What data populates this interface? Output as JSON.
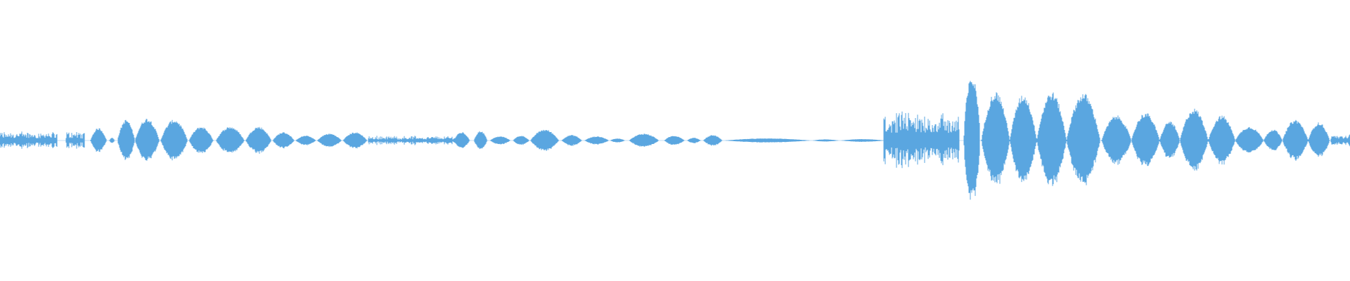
{
  "colors": {
    "background": "#ffffff",
    "waveform": "#5aa6e0"
  },
  "waveform": {
    "segments": [
      {
        "start": 0.0,
        "end": 0.042,
        "peak": 0.07,
        "shape": "noise"
      },
      {
        "start": 0.049,
        "end": 0.062,
        "peak": 0.07,
        "shape": "noise"
      },
      {
        "start": 0.067,
        "end": 0.079,
        "peak": 0.09,
        "shape": "burst"
      },
      {
        "start": 0.081,
        "end": 0.085,
        "peak": 0.02,
        "shape": "burst"
      },
      {
        "start": 0.087,
        "end": 0.1,
        "peak": 0.15,
        "shape": "burst"
      },
      {
        "start": 0.1,
        "end": 0.118,
        "peak": 0.16,
        "shape": "burst"
      },
      {
        "start": 0.119,
        "end": 0.139,
        "peak": 0.15,
        "shape": "burst"
      },
      {
        "start": 0.14,
        "end": 0.158,
        "peak": 0.1,
        "shape": "burst"
      },
      {
        "start": 0.16,
        "end": 0.181,
        "peak": 0.1,
        "shape": "burst"
      },
      {
        "start": 0.182,
        "end": 0.201,
        "peak": 0.1,
        "shape": "burst"
      },
      {
        "start": 0.202,
        "end": 0.218,
        "peak": 0.06,
        "shape": "burst"
      },
      {
        "start": 0.219,
        "end": 0.234,
        "peak": 0.035,
        "shape": "burst"
      },
      {
        "start": 0.235,
        "end": 0.253,
        "peak": 0.05,
        "shape": "burst"
      },
      {
        "start": 0.254,
        "end": 0.272,
        "peak": 0.06,
        "shape": "burst"
      },
      {
        "start": 0.273,
        "end": 0.336,
        "peak": 0.035,
        "shape": "noise"
      },
      {
        "start": 0.336,
        "end": 0.348,
        "peak": 0.06,
        "shape": "burst"
      },
      {
        "start": 0.351,
        "end": 0.361,
        "peak": 0.07,
        "shape": "burst"
      },
      {
        "start": 0.363,
        "end": 0.378,
        "peak": 0.03,
        "shape": "burst"
      },
      {
        "start": 0.38,
        "end": 0.392,
        "peak": 0.035,
        "shape": "burst"
      },
      {
        "start": 0.393,
        "end": 0.414,
        "peak": 0.08,
        "shape": "burst"
      },
      {
        "start": 0.416,
        "end": 0.431,
        "peak": 0.04,
        "shape": "burst"
      },
      {
        "start": 0.433,
        "end": 0.451,
        "peak": 0.03,
        "shape": "burst"
      },
      {
        "start": 0.452,
        "end": 0.463,
        "peak": 0.015,
        "shape": "burst"
      },
      {
        "start": 0.466,
        "end": 0.488,
        "peak": 0.05,
        "shape": "burst"
      },
      {
        "start": 0.492,
        "end": 0.507,
        "peak": 0.035,
        "shape": "burst"
      },
      {
        "start": 0.509,
        "end": 0.519,
        "peak": 0.02,
        "shape": "burst"
      },
      {
        "start": 0.521,
        "end": 0.535,
        "peak": 0.04,
        "shape": "burst"
      },
      {
        "start": 0.537,
        "end": 0.6,
        "peak": 0.015,
        "shape": "burst"
      },
      {
        "start": 0.602,
        "end": 0.621,
        "peak": 0.008,
        "shape": "burst"
      },
      {
        "start": 0.623,
        "end": 0.655,
        "peak": 0.01,
        "shape": "burst"
      },
      {
        "start": 0.655,
        "end": 0.71,
        "peak": 0.22,
        "shape": "noise"
      },
      {
        "start": 0.714,
        "end": 0.726,
        "peak": 0.46,
        "shape": "spike"
      },
      {
        "start": 0.727,
        "end": 0.748,
        "peak": 0.35,
        "shape": "burst"
      },
      {
        "start": 0.748,
        "end": 0.768,
        "peak": 0.33,
        "shape": "burst"
      },
      {
        "start": 0.768,
        "end": 0.79,
        "peak": 0.35,
        "shape": "burst"
      },
      {
        "start": 0.79,
        "end": 0.815,
        "peak": 0.34,
        "shape": "burst"
      },
      {
        "start": 0.816,
        "end": 0.838,
        "peak": 0.18,
        "shape": "burst"
      },
      {
        "start": 0.838,
        "end": 0.859,
        "peak": 0.2,
        "shape": "burst"
      },
      {
        "start": 0.859,
        "end": 0.874,
        "peak": 0.14,
        "shape": "burst"
      },
      {
        "start": 0.874,
        "end": 0.895,
        "peak": 0.23,
        "shape": "burst"
      },
      {
        "start": 0.895,
        "end": 0.915,
        "peak": 0.18,
        "shape": "burst"
      },
      {
        "start": 0.915,
        "end": 0.936,
        "peak": 0.1,
        "shape": "burst"
      },
      {
        "start": 0.936,
        "end": 0.95,
        "peak": 0.08,
        "shape": "burst"
      },
      {
        "start": 0.95,
        "end": 0.969,
        "peak": 0.15,
        "shape": "burst"
      },
      {
        "start": 0.969,
        "end": 0.985,
        "peak": 0.13,
        "shape": "burst"
      },
      {
        "start": 0.986,
        "end": 1.0,
        "peak": 0.05,
        "shape": "noise"
      }
    ]
  }
}
